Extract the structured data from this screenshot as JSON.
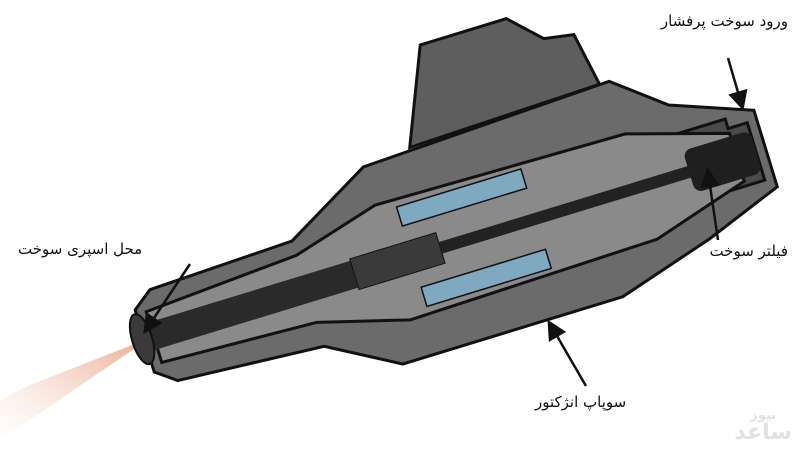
{
  "labels": {
    "high_pressure_inlet": "ورود سوخت پرفشار",
    "fuel_filter": "فیلتر سوخت",
    "spray_location": "محل اسپری سوخت",
    "injector_valve": "سوپاپ انژکتور"
  },
  "watermark": {
    "top": "نیوز",
    "main": "ساعد"
  },
  "colors": {
    "body": "#6b6b6b",
    "dark": "#2a2a2a",
    "coil": "#7fa9c0",
    "spray": "#e8a68a"
  }
}
